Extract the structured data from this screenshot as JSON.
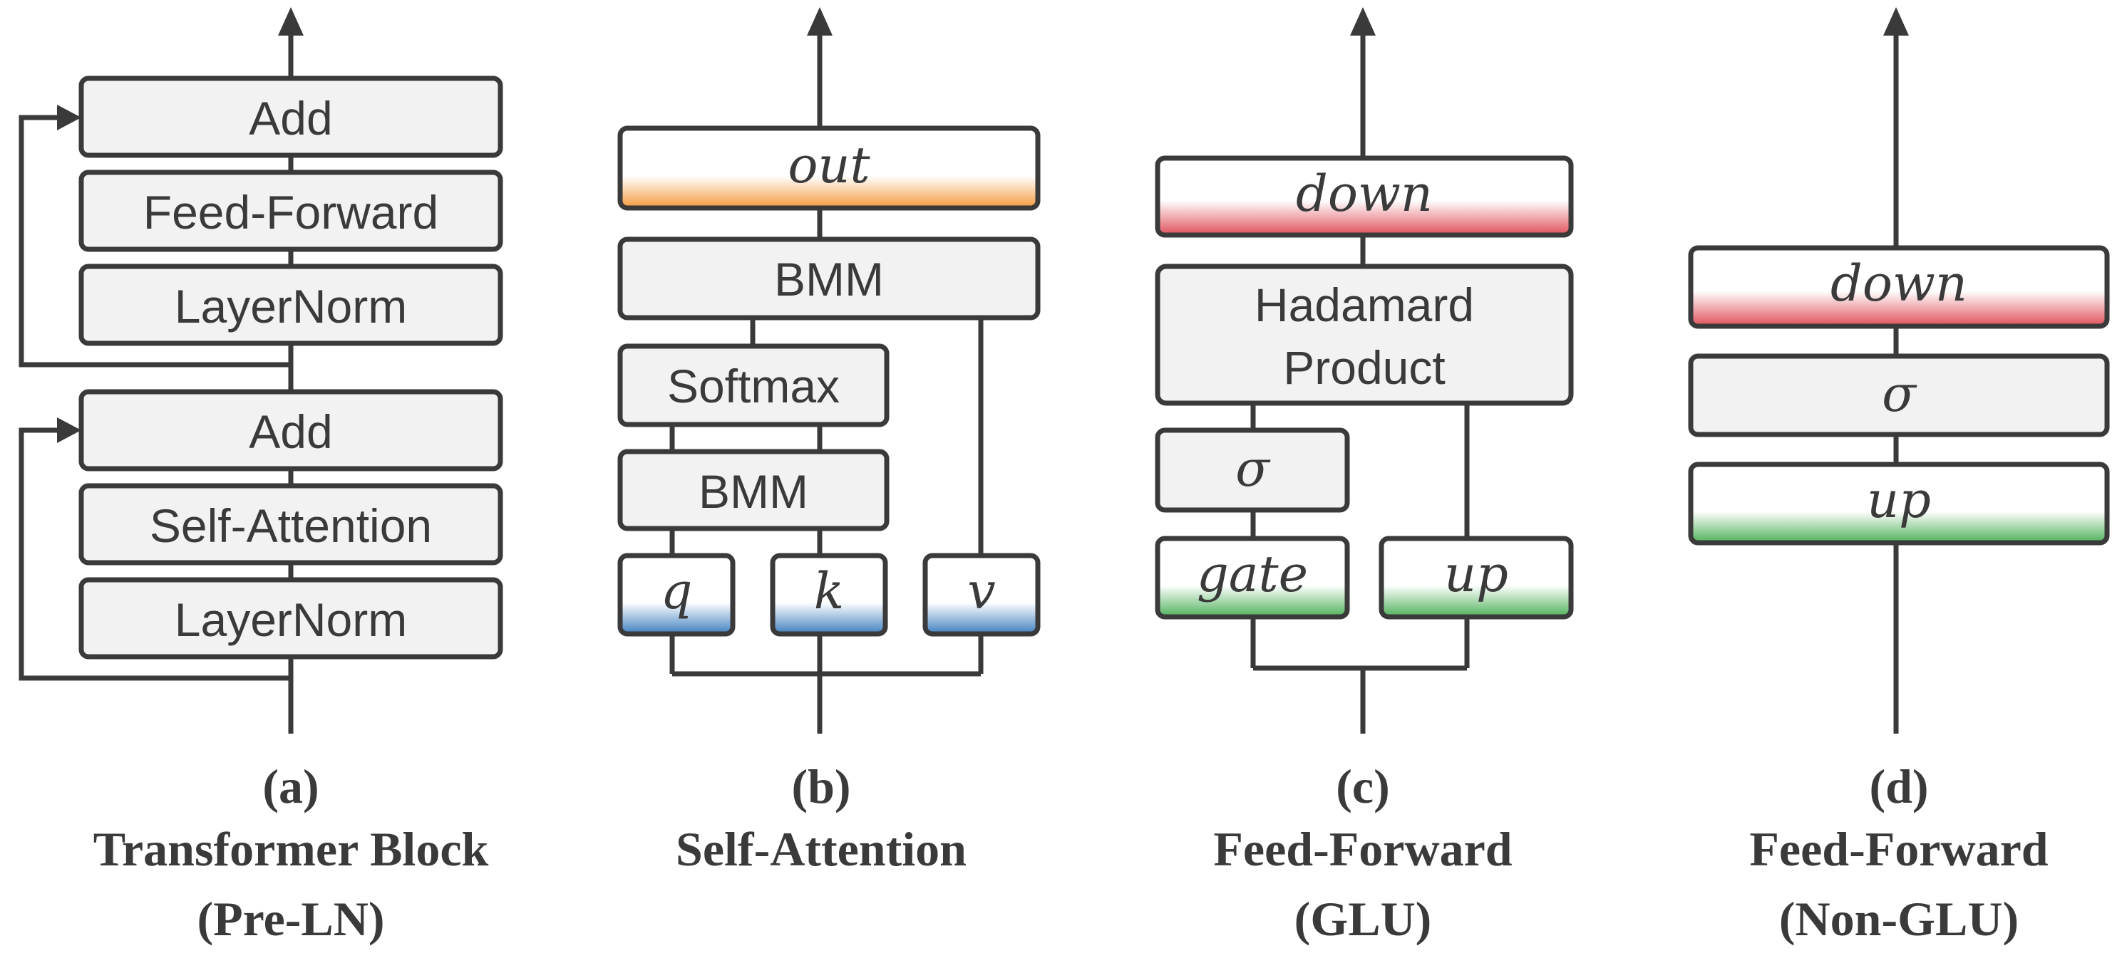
{
  "colors": {
    "ink": "#3a3a3a",
    "block_fill": "#f2f2f2",
    "orange_accent": "#f39a3c",
    "red_accent": "#e0505a",
    "green_accent": "#4fb15a",
    "blue_accent": "#3f7fc0"
  },
  "panel_a": {
    "blocks": {
      "add_top": "Add",
      "feed_forward": "Feed-Forward",
      "layernorm_top": "LayerNorm",
      "add_bottom": "Add",
      "self_attention": "Self-Attention",
      "layernorm_bottom": "LayerNorm"
    },
    "caption": {
      "letter": "(a)",
      "line1": "Transformer Block",
      "line2": "(Pre-LN)"
    }
  },
  "panel_b": {
    "blocks": {
      "out": "out",
      "bmm_top": "BMM",
      "softmax": "Softmax",
      "bmm_bottom": "BMM",
      "q": "q",
      "k": "k",
      "v": "v"
    },
    "caption": {
      "letter": "(b)",
      "line1": "Self-Attention"
    }
  },
  "panel_c": {
    "blocks": {
      "down": "down",
      "hadamard_line1": "Hadamard",
      "hadamard_line2": "Product",
      "sigma": "σ",
      "gate": "gate",
      "up": "up"
    },
    "caption": {
      "letter": "(c)",
      "line1": "Feed-Forward",
      "line2": "(GLU)"
    }
  },
  "panel_d": {
    "blocks": {
      "down": "down",
      "sigma": "σ",
      "up": "up"
    },
    "caption": {
      "letter": "(d)",
      "line1": "Feed-Forward",
      "line2": "(Non-GLU)"
    }
  }
}
